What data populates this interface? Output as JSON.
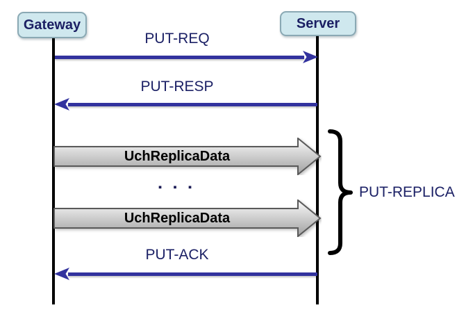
{
  "diagram": {
    "title_hint": "PUT-REPLICA message sequence between Gateway and Server",
    "nodes": {
      "gateway": "Gateway",
      "server": "Server"
    },
    "messages": {
      "put_req": "PUT-REQ",
      "put_resp": "PUT-RESP",
      "replica1": "UchReplicaData",
      "ellipsis": "▪ ▪ ▪",
      "replica2": "UchReplicaData",
      "put_ack": "PUT-ACK"
    },
    "group_label": "PUT-REPLICA",
    "colors": {
      "arrow_line": "#32329e",
      "label_text": "#1b2065",
      "node_fill": "#cfe8ee",
      "node_border": "#8aa9b4",
      "node_text": "#1b1f63",
      "block_fill_top": "#fafafa",
      "block_fill_bottom": "#a0a0a0",
      "block_border": "#595959",
      "lifeline": "#000000",
      "brace": "#000000",
      "background": "#ffffff"
    }
  }
}
